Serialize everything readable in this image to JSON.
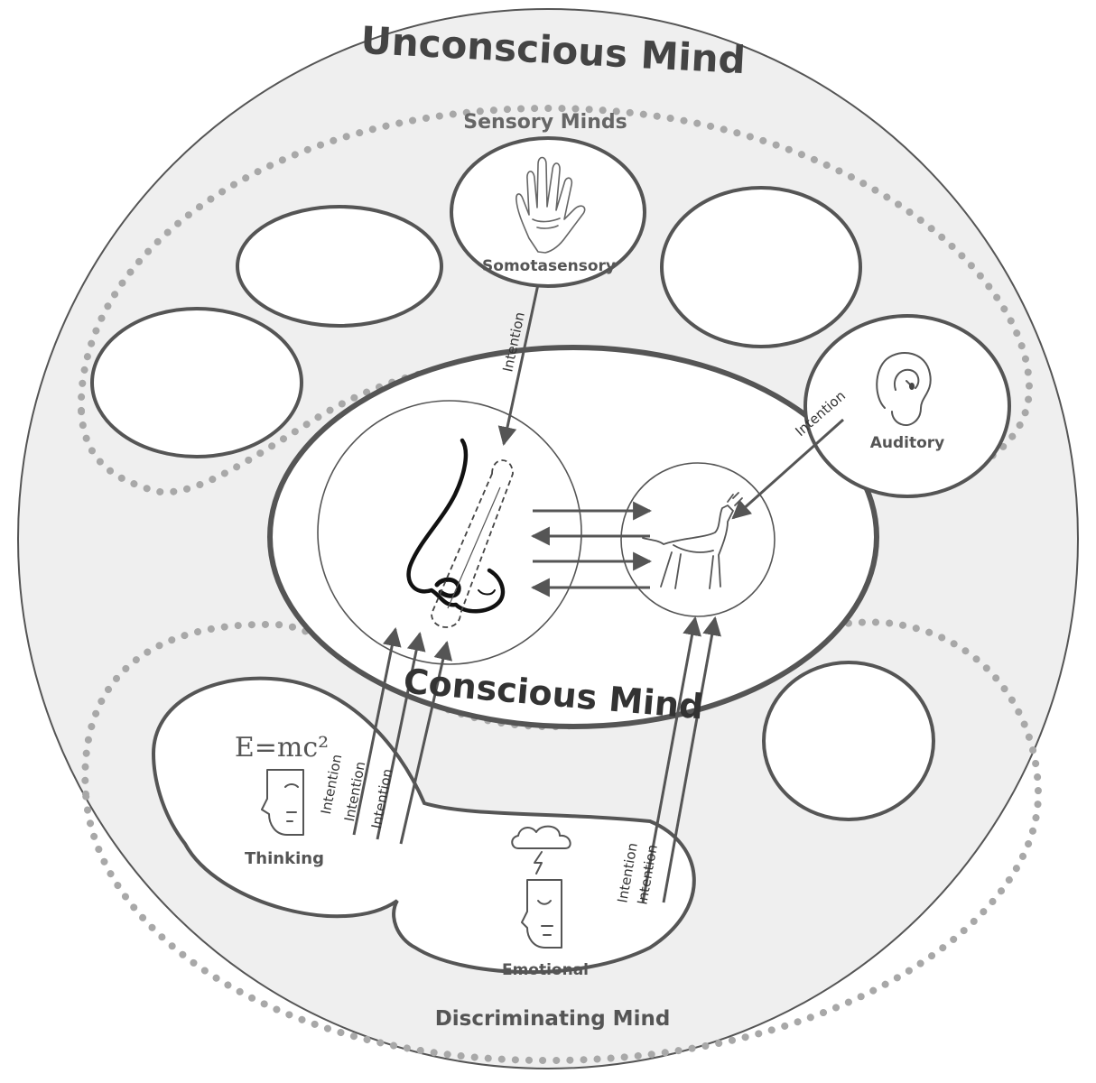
{
  "title": "Unconscious Mind",
  "colors": {
    "background": "#ffffff",
    "outer_fill": "#efefef",
    "stroke": "#555555",
    "dots": "#a8a8a8",
    "white": "#ffffff",
    "text": "#4a4a4a"
  },
  "regions": {
    "sensory": "Sensory Minds",
    "conscious": "Conscious Mind",
    "discriminating": "Discriminating Mind"
  },
  "minds": {
    "somatosensory": "Somotasensory",
    "auditory": "Auditory",
    "thinking": "Thinking",
    "emotional": "Emotional"
  },
  "formula": "E=mc²",
  "arrow_label": "Intention",
  "icons": [
    "hand-icon",
    "ear-icon",
    "nose-icon",
    "dog-icon",
    "thinking-face-icon",
    "emotional-face-icon",
    "storm-cloud-icon"
  ]
}
